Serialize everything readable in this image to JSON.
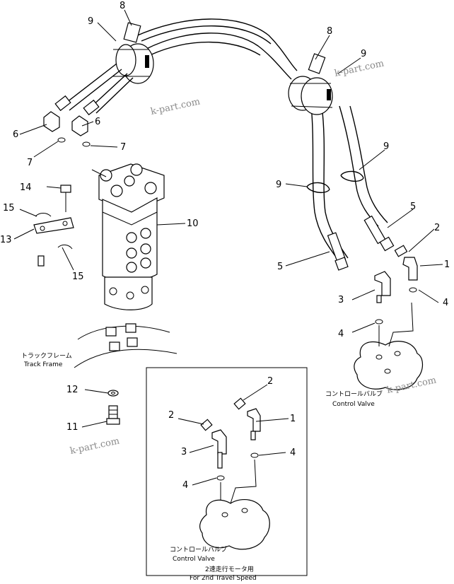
{
  "callouts": {
    "c1a": "1",
    "c2a": "2",
    "c3a": "3",
    "c4a": "4",
    "c4b": "4",
    "c5a": "5",
    "c5b": "5",
    "c6a": "6",
    "c6b": "6",
    "c7a": "7",
    "c7b": "7",
    "c8a": "8",
    "c8b": "8",
    "c9a": "9",
    "c9b": "9",
    "c9c": "9",
    "c9d": "9",
    "c10": "10",
    "c11": "11",
    "c12": "12",
    "c13": "13",
    "c14": "14",
    "c15a": "15",
    "c15b": "15",
    "i1": "1",
    "i2a": "2",
    "i2b": "2",
    "i3": "3",
    "i4a": "4",
    "i4b": "4"
  },
  "labels": {
    "track_frame_jp": "トラックフレーム",
    "track_frame_en": "Track Frame",
    "control_valve_jp": "コントロールバルブ",
    "control_valve_en": "Control Valve",
    "inset_valve_jp": "コントロールバルブ",
    "inset_valve_en": "Control Valve",
    "inset_caption_jp": "2速走行モータ用",
    "inset_caption_en": "For 2nd Travel Speed"
  },
  "watermarks": {
    "w1": "k-part.com",
    "w2": "k-part.com",
    "w3": "k-part.com",
    "w4": "k-part.com"
  }
}
